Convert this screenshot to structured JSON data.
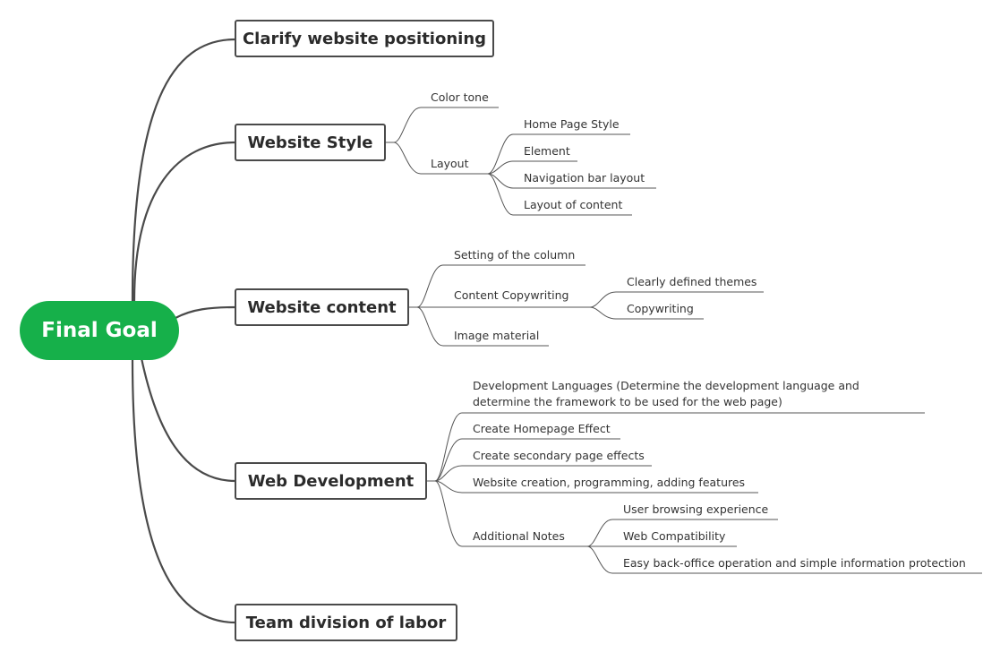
{
  "root": {
    "label": "Final Goal"
  },
  "branches": [
    {
      "label": "Clarify website positioning"
    },
    {
      "label": "Website Style",
      "children": [
        {
          "label": "Color tone"
        },
        {
          "label": "Layout",
          "children": [
            {
              "label": "Home Page Style"
            },
            {
              "label": "Element"
            },
            {
              "label": "Navigation bar layout"
            },
            {
              "label": "Layout of content"
            }
          ]
        }
      ]
    },
    {
      "label": "Website content",
      "children": [
        {
          "label": "Setting of the column"
        },
        {
          "label": "Content Copywriting",
          "children": [
            {
              "label": "Clearly defined themes"
            },
            {
              "label": "Copywriting"
            }
          ]
        },
        {
          "label": "Image material"
        }
      ]
    },
    {
      "label": "Web Development",
      "children": [
        {
          "label": "Development Languages     (Determine the development language and determine the framework to be used for the web page)"
        },
        {
          "label": "Create Homepage Effect"
        },
        {
          "label": "Create secondary page effects"
        },
        {
          "label": "Website creation, programming, adding features"
        },
        {
          "label": "Additional Notes",
          "children": [
            {
              "label": "User browsing experience"
            },
            {
              "label": "Web Compatibility"
            },
            {
              "label": "Easy back-office operation and simple information protection"
            }
          ]
        }
      ]
    },
    {
      "label": "Team division of labor"
    }
  ],
  "colors": {
    "root_fill": "#16b04a",
    "line": "#4a4a4a",
    "thin_line": "#555555"
  }
}
